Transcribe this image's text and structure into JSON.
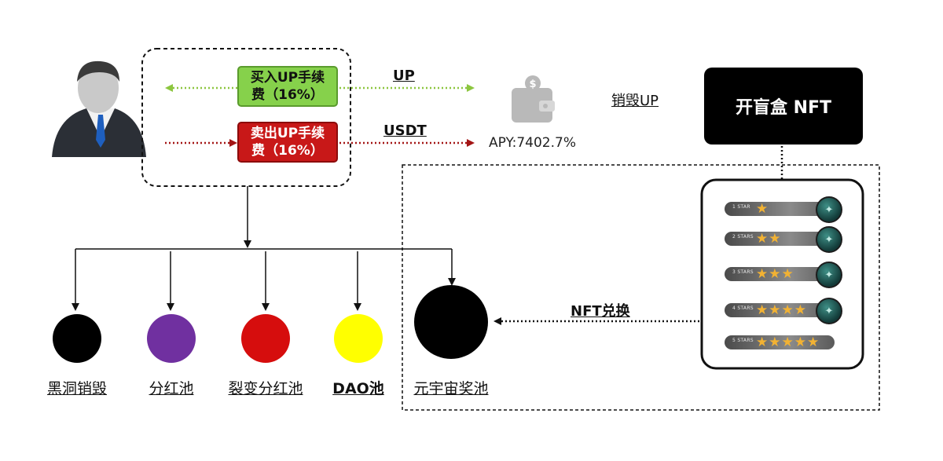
{
  "fees": {
    "buy": "买入UP手续费（16%）",
    "sell": "卖出UP手续费（16%）"
  },
  "arrows": {
    "up_label": "UP",
    "usdt_label": "USDT",
    "burn_up_label": "销毁UP",
    "nft_exchange_label": "NFT兑换"
  },
  "wallet": {
    "apy": "APY:7402.7%",
    "icon": "wallet-dollar-icon"
  },
  "nft_box": {
    "label": "开盲盒 NFT"
  },
  "star_cards": [
    {
      "tag": "1 STAR",
      "stars": "★"
    },
    {
      "tag": "2 STARS",
      "stars": "★★"
    },
    {
      "tag": "3 STARS",
      "stars": "★★★"
    },
    {
      "tag": "4 STARS",
      "stars": "★★★★"
    },
    {
      "tag": "5 STARS",
      "stars": "★★★★★"
    }
  ],
  "pools": [
    {
      "label": "黑洞销毁",
      "color": "#000000"
    },
    {
      "label": "分红池",
      "color": "#7030a0"
    },
    {
      "label": "裂变分红池",
      "color": "#d60d0d"
    },
    {
      "label": "DAO池",
      "color": "#ffff00"
    },
    {
      "label": "元宇宙奖池",
      "color": "#000000"
    }
  ],
  "colors": {
    "buy_arrow": "#8cc63f",
    "sell_arrow": "#a31515"
  }
}
